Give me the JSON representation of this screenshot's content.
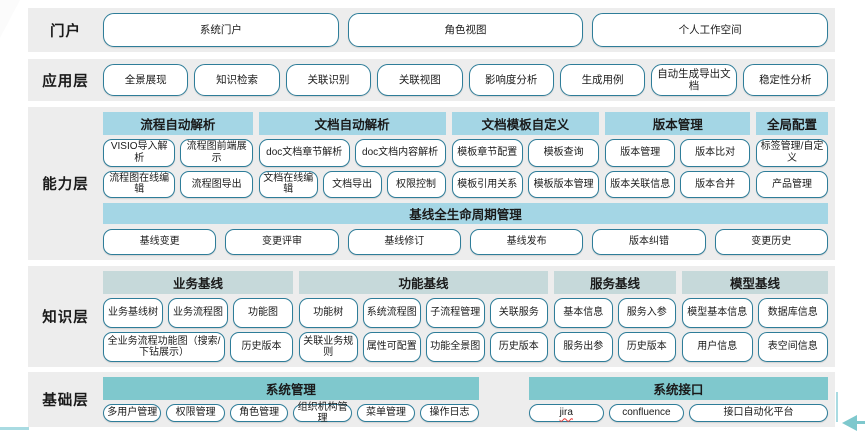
{
  "colors": {
    "band_bg": "#ededed",
    "node_border": "#2e7d99",
    "header_blue": "#a4d6e5",
    "header_pale": "#c6d9da",
    "header_teal": "#7fc8cd",
    "accent": "#a9dbe2",
    "accent_dark": "#7ec8cd",
    "misspell_red": "#e53935"
  },
  "layers": [
    {
      "id": "portal",
      "label": "门户",
      "buttons": [
        "系统门户",
        "角色视图",
        "个人工作空间"
      ]
    },
    {
      "id": "application",
      "label": "应用层",
      "buttons": [
        "全景展现",
        "知识检索",
        "关联识别",
        "关联视图",
        "影响度分析",
        "生成用例",
        "自动生成导出文档",
        "稳定性分析"
      ]
    },
    {
      "id": "capability",
      "label": "能力层",
      "groups": [
        {
          "header": "流程自动解析",
          "rows": [
            [
              "VISIO导入解析",
              "流程图前端展示"
            ],
            [
              "流程图在线编辑",
              "流程图导出"
            ]
          ]
        },
        {
          "header": "文档自动解析",
          "rows": [
            [
              "doc文档章节解析",
              "doc文档内容解析"
            ],
            [
              "文档在线编辑",
              "文档导出",
              "权限控制"
            ]
          ]
        },
        {
          "header": "文档模板自定义",
          "rows": [
            [
              "模板章节配置",
              "模板查询"
            ],
            [
              "模板引用关系",
              "模板版本管理"
            ]
          ]
        },
        {
          "header": "版本管理",
          "rows": [
            [
              "版本管理",
              "版本比对"
            ],
            [
              "版本关联信息",
              "版本合并"
            ]
          ]
        },
        {
          "header": "全局配置",
          "rows": [
            [
              "标签管理/自定义"
            ],
            [
              "产品管理"
            ]
          ]
        }
      ],
      "banner": "基线全生命周期管理",
      "banner_buttons": [
        "基线变更",
        "变更评审",
        "基线修订",
        "基线发布",
        "版本纠错",
        "变更历史"
      ]
    },
    {
      "id": "knowledge",
      "label": "知识层",
      "groups": [
        {
          "header": "业务基线",
          "rows": [
            [
              "业务基线树",
              "业务流程图",
              "功能图"
            ],
            [
              "全业务流程功能图（搜索/下钻展示）",
              "历史版本"
            ]
          ]
        },
        {
          "header": "功能基线",
          "rows": [
            [
              "功能树",
              "系统流程图",
              "子流程管理",
              "关联服务"
            ],
            [
              "关联业务规则",
              "属性可配置",
              "功能全景图",
              "历史版本"
            ]
          ]
        },
        {
          "header": "服务基线",
          "rows": [
            [
              "基本信息",
              "服务入参"
            ],
            [
              "服务出参",
              "历史版本"
            ]
          ]
        },
        {
          "header": "模型基线",
          "rows": [
            [
              "模型基本信息",
              "数据库信息"
            ],
            [
              "用户信息",
              "表空间信息"
            ]
          ]
        }
      ]
    },
    {
      "id": "foundation",
      "label": "基础层",
      "groups": [
        {
          "header": "系统管理",
          "rows": [
            [
              "多用户管理",
              "权限管理",
              "角色管理",
              "组织机构管理",
              "菜单管理",
              "操作日志"
            ]
          ]
        },
        {
          "header": "系统接口",
          "rows": [
            [
              "jira",
              "confluence",
              "接口自动化平台"
            ]
          ]
        }
      ]
    }
  ],
  "misspelled_terms": [
    "jira"
  ]
}
